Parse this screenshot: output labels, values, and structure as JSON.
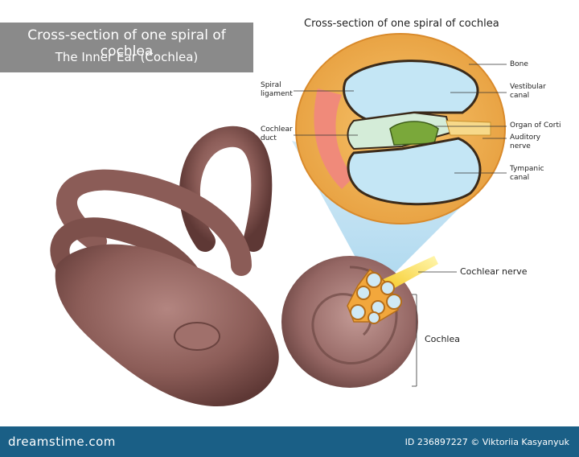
{
  "title": {
    "line1": "Cross-section of one spiral of cochlea",
    "line2": "The Inner Ear (Cochlea)"
  },
  "cross_section_title": "Cross-section of one spiral of cochlea",
  "labels": {
    "bone": "Bone",
    "vestibular_canal": [
      "Vestibular",
      "canal"
    ],
    "organ_of_corti": "Organ of Corti",
    "auditory_nerve": [
      "Auditory",
      "nerve"
    ],
    "tympanic_canal": [
      "Tympanic",
      "canal"
    ],
    "spiral_ligament": [
      "Spiral",
      "ligament"
    ],
    "cochlear_duct": [
      "Cochlear",
      "duct"
    ],
    "cochlear_nerve": "Cochlear nerve",
    "cochlea": "Cochlea"
  },
  "footer": {
    "logo": "dreamstime.com",
    "credit": "ID 236897227 © Viktoriia  Kasyanyuk"
  },
  "colors": {
    "ear_tissue": "#8a5a55",
    "bone_orange": "#f2b35a",
    "fluid_blue": "#bfe3f2",
    "footer": "#1a5f86",
    "title_bg": "#8a8a8a"
  }
}
